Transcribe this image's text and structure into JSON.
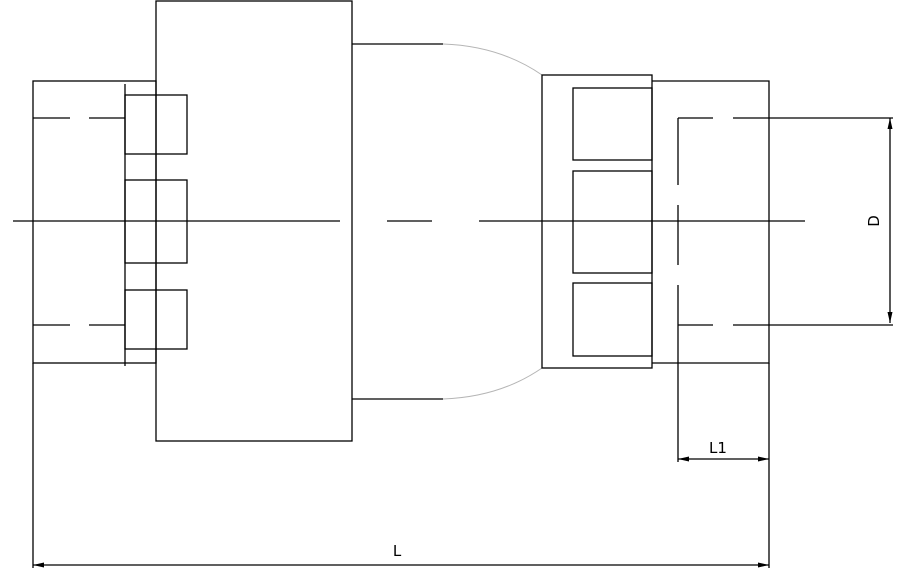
{
  "drawing": {
    "dimensions": {
      "overall_length": "L",
      "end_length": "L1",
      "diameter": "D"
    },
    "colors": {
      "line": "#000000",
      "hidden_arc": "#b5b5b5",
      "background": "#ffffff"
    }
  }
}
